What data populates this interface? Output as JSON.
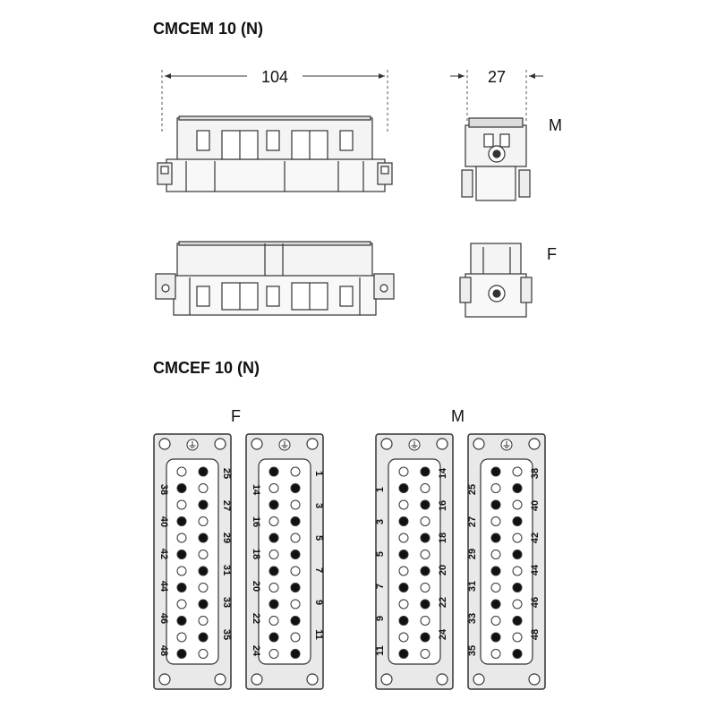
{
  "titles": {
    "top": "CMCEM 10 (N)",
    "bottom": "CMCEF 10 (N)"
  },
  "dimensions": {
    "length": "104",
    "width": "27"
  },
  "view_labels": {
    "upper_side": "M",
    "lower_side": "F",
    "faces_left": "F",
    "faces_right": "M"
  },
  "faces": [
    {
      "id": "f-left",
      "left_numbers": [
        "38",
        "40",
        "42",
        "44",
        "46",
        "48"
      ],
      "right_numbers": [
        "25",
        "27",
        "29",
        "31",
        "33",
        "35"
      ]
    },
    {
      "id": "f-right",
      "left_numbers": [
        "14",
        "16",
        "18",
        "20",
        "22",
        "24"
      ],
      "right_numbers": [
        "1",
        "3",
        "5",
        "7",
        "9",
        "11"
      ]
    },
    {
      "id": "m-left",
      "left_numbers": [
        "1",
        "3",
        "5",
        "7",
        "9",
        "11"
      ],
      "right_numbers": [
        "14",
        "16",
        "18",
        "20",
        "22",
        "24"
      ]
    },
    {
      "id": "m-right",
      "left_numbers": [
        "25",
        "27",
        "29",
        "31",
        "33",
        "35"
      ],
      "right_numbers": [
        "38",
        "40",
        "42",
        "44",
        "46",
        "48"
      ]
    }
  ],
  "colors": {
    "line": "#333333",
    "fill": "#e9e9e9",
    "pin": "#111111"
  }
}
